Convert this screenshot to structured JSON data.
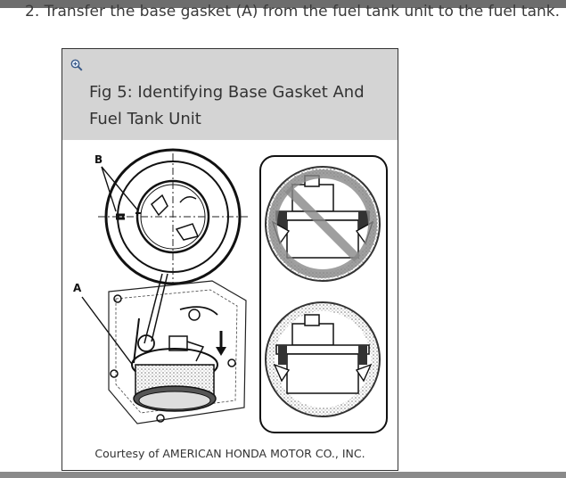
{
  "step": {
    "text": "2. Transfer the base gasket (A) from the fuel tank unit to the fuel tank."
  },
  "figure": {
    "zoom_icon": "zoom-in-icon",
    "title": "Fig 5: Identifying Base Gasket And Fuel Tank Unit",
    "caption": "Courtesy of AMERICAN HONDA MOTOR CO., INC.",
    "callouts": {
      "a": "A",
      "b": "B"
    }
  },
  "colors": {
    "header_bg": "#d4d4d4",
    "top_bar": "#6d6d6d",
    "text": "#333333"
  }
}
